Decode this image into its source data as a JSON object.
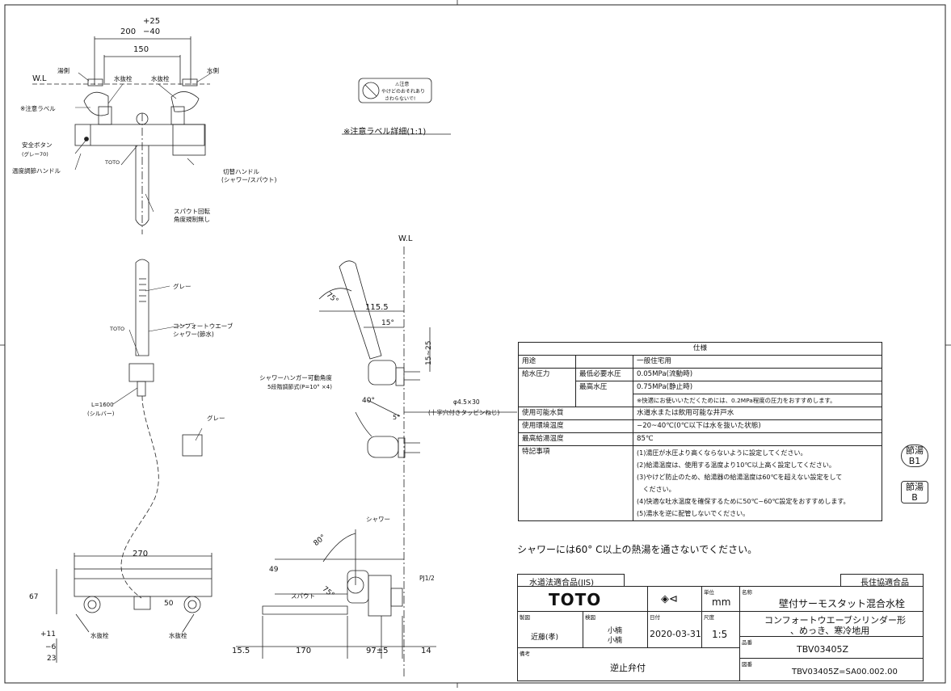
{
  "drawing": {
    "top_view": {
      "dim_width": "200 ",
      "dim_tol": "+25\n−40",
      "dim_tol_plus": "+25",
      "dim_tol_minus": "−40",
      "dim_width_value": "200",
      "dim_150": "150",
      "wl": "W.L",
      "hot_side": "湯側",
      "cold_side": "水側",
      "drain_plug_l": "水抜栓",
      "drain_plug_r": "水抜栓",
      "caution_label": "※注意ラベル",
      "safety_button": "安全ボタン",
      "safety_button_color": "(グレー70)",
      "temp_handle": "温度調節ハンドル",
      "toto": "TOTO",
      "switch_handle": "切替ハンドル",
      "switch_handle_sub": "(シャワー/スパウト)",
      "spout_rotation": "スパウト回転",
      "spout_rotation_sub": "角度規制無し"
    },
    "caution_detail": {
      "title": "※注意ラベル詳細(1:1)",
      "label_head": "⚠注意",
      "label_line1": "やけどのおそれあり",
      "label_line2": "さわらないで!"
    },
    "shower_view": {
      "gray": "グレー",
      "toto": "TOTO",
      "shower_name": "コンフォートウエーブ",
      "shower_name_sub": "シャワー(節水)",
      "hose": "L=1600",
      "hose_sub": "(シルバー)",
      "gray2": "グレー"
    },
    "side_view": {
      "wl": "W.L",
      "angle_75": "75°",
      "dim_1155": "115.5",
      "angle_15": "15°",
      "dim_15_25": "15~25",
      "hanger_title": "シャワーハンガー可動角度",
      "hanger_sub": "5段階調節式(P=10° ×4)",
      "angle_40": "40°",
      "angle_5": "5°",
      "screw": "φ4.5×30",
      "screw_sub": "(十字穴付きタッピンねじ)"
    },
    "bottom_view": {
      "dim_270": "270",
      "dim_67": "67",
      "dim_11": "+11",
      "dim_6": "−6",
      "dim_23": "23",
      "dim_50": "50",
      "drain_l": "水抜栓",
      "drain_r": "水抜栓",
      "dim_155": "15.5",
      "dim_170": "170",
      "dim_97": "97±5",
      "dim_14": "14",
      "dim_49": "49",
      "shower": "シャワー",
      "angle_80": "80°",
      "spout": "スパウト",
      "angle_75b": "75°",
      "pj": "PJ1/2"
    }
  },
  "spec": {
    "title": "仕様",
    "rows": [
      {
        "k": "用途",
        "k2": "",
        "v": "一般住宅用"
      },
      {
        "k": "給水圧力",
        "k2": "最低必要水圧",
        "v": "0.05MPa(流動時)"
      },
      {
        "k": "",
        "k2": "最高水圧",
        "v": "0.75MPa(静止時)"
      },
      {
        "k": "",
        "k2": "",
        "v": "※快適にお使いいただくためには、0.2MPa程度の圧力をおすすめします。"
      },
      {
        "k": "使用可能水質",
        "k2": "",
        "v": "水道水または飲用可能な井戸水"
      },
      {
        "k": "使用環境温度",
        "k2": "",
        "v": "−20~40℃(0℃以下は水を抜いた状態)"
      },
      {
        "k": "最高給湯温度",
        "k2": "",
        "v": "85℃"
      }
    ],
    "notes_key": "特記事項",
    "notes": [
      "(1)湯圧が水圧より高くならないように設定してください。",
      "(2)給湯温度は、使用する温度より10℃以上高く設定してください。",
      "(3)やけど防止のため、給湯器の給湯温度は60℃を超えない設定をして",
      "   ください。",
      "(4)快適な吐水温度を確保するために50℃~60℃設定をおすすめします。",
      "(5)湯水を逆に配管しないでください。"
    ]
  },
  "badges": {
    "b1_top": "節湯",
    "b1_bottom": "B1",
    "b_top": "節湯",
    "b_bottom": "B"
  },
  "warning": "シャワーには60° C以上の熱湯を通さないでください。",
  "titleblock": {
    "jis": "水道法適合品(JIS)",
    "choju": "長住協適合品",
    "brand": "TOTO",
    "unit_label": "単位",
    "unit": "mm",
    "name_label": "名称",
    "name": "壁付サーモスタット混合水栓",
    "subname1": "コンフォートウエーブシリンダー形",
    "subname2": "、めっき、寒冷地用",
    "drawn_label": "製図",
    "drawn": "近藤(孝)",
    "checked_label": "検図",
    "checked1": "小楠",
    "checked2": "小楠",
    "date_label": "日付",
    "date": "2020-03-31",
    "scale_label": "尺度",
    "scale": "1:5",
    "part_label": "品番",
    "part": "TBV03405Z",
    "remark_label": "備考",
    "remark": "逆止弁付",
    "dwg_label": "図番",
    "dwg": "TBV03405Z=SA00.002.00"
  }
}
